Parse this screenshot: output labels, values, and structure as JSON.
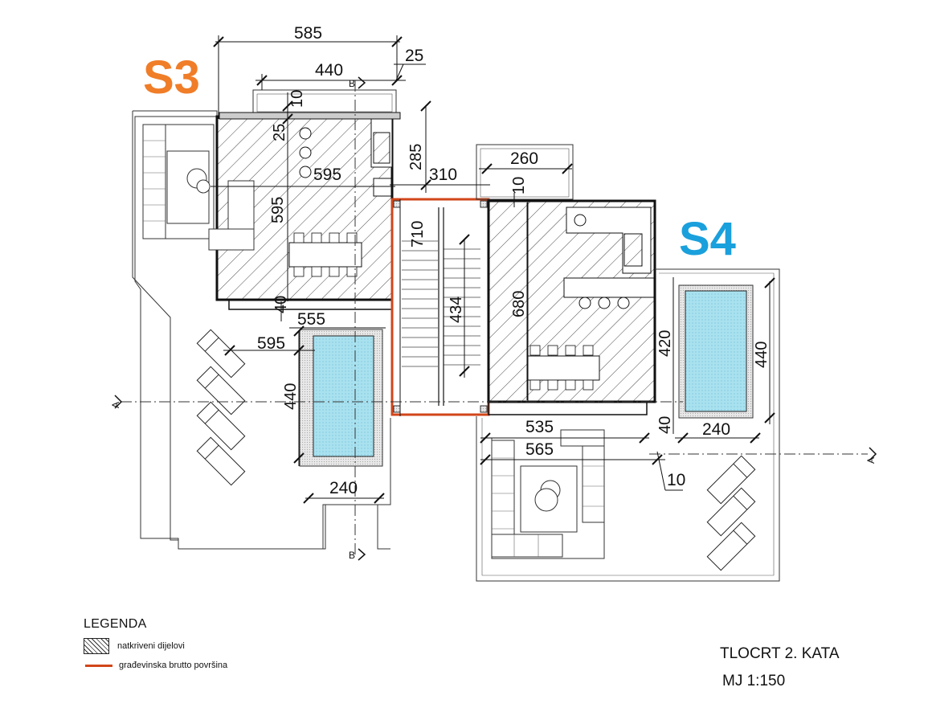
{
  "units": {
    "s3": "S3",
    "s4": "S4"
  },
  "dimensions": {
    "d585": "585",
    "d440_top": "440",
    "d25_top": "25",
    "d10_top": "10",
    "d25_side": "25",
    "d595_inner": "595",
    "d595_vert": "595",
    "d285": "285",
    "d310": "310",
    "d260": "260",
    "d10_mid": "10",
    "d710": "710",
    "d434": "434",
    "d680": "680",
    "d420": "420",
    "d40_left": "40",
    "d555": "555",
    "d595_low": "595",
    "d440_pool3": "440",
    "d240_pool3": "240",
    "d440_pool4": "440",
    "d240_pool4": "240",
    "d40_right": "40",
    "d535": "535",
    "d565": "565",
    "d10_low": "10"
  },
  "sections": {
    "a_left": "A",
    "a_right": "A",
    "b_top": "B",
    "b_bottom": "B"
  },
  "legend": {
    "title": "LEGENDA",
    "items": [
      {
        "label": "natkriveni dijelovi"
      },
      {
        "label": "građevinska brutto površina"
      }
    ]
  },
  "title_block": {
    "title": "TLOCRT 2. KATA",
    "scale": "MJ 1:150"
  },
  "colors": {
    "s3": "#f07d28",
    "s4": "#1aa0dc",
    "gross_area": "#d2461a",
    "pool": "#a9e1ef"
  }
}
